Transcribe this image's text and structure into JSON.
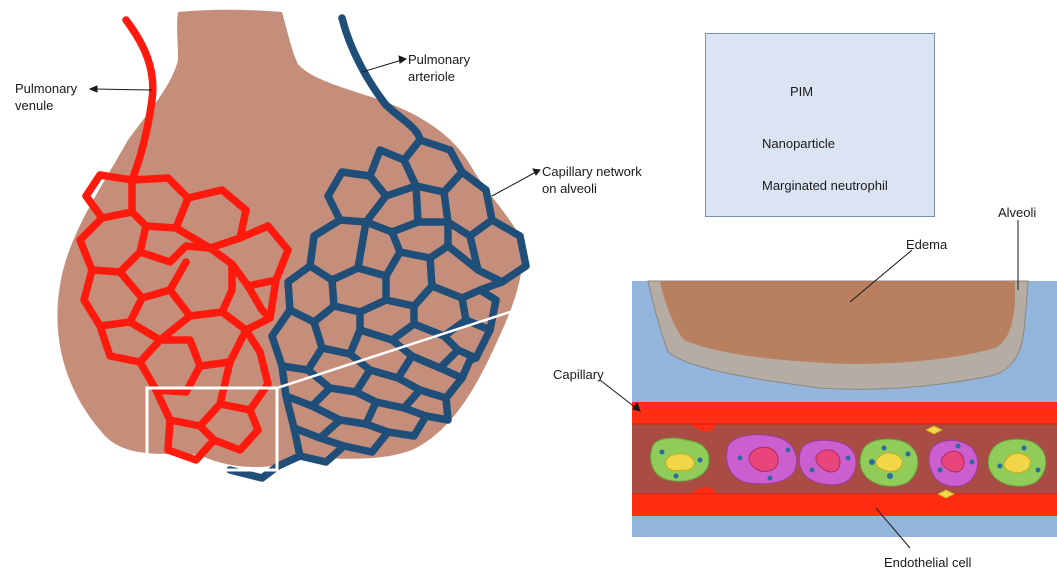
{
  "labels": {
    "pulmonary_venule": [
      "Pulmonary",
      "venule"
    ],
    "pulmonary_arteriole": [
      "Pulmonary",
      "arteriole"
    ],
    "capillary_network": [
      "Capillary network",
      "on alveoli"
    ],
    "alveoli": "Alveoli",
    "edema": "Edema",
    "capillary": "Capillary",
    "endothelial_cell": "Endothelial cell"
  },
  "legend": {
    "items": [
      {
        "label": "PIM",
        "icon": "pim-cell-icon"
      },
      {
        "label": "Nanoparticle",
        "icon": "nanoparticle-icon"
      },
      {
        "label": "Marginated neutrophil",
        "icon": "neutrophil-icon"
      }
    ]
  },
  "colors": {
    "alveolus": "#c48e7a",
    "venule_red": "#ff1a0d",
    "arteriole_blue": "#1f4e79",
    "tissue_blue": "#93b5dc",
    "edema_brown": "#b98060",
    "alveolar_wall_gray": "#b5aca4",
    "capillary_lumen": "#a94d44",
    "capillary_wall": "#ff2e12",
    "pim_purple": "#cc5fcf",
    "pim_nucleus": "#e8457a",
    "neutrophil_green": "#8fcc5a",
    "neutrophil_nucleus": "#f2d64a",
    "nanoparticle_blue": "#2a6ca0"
  }
}
